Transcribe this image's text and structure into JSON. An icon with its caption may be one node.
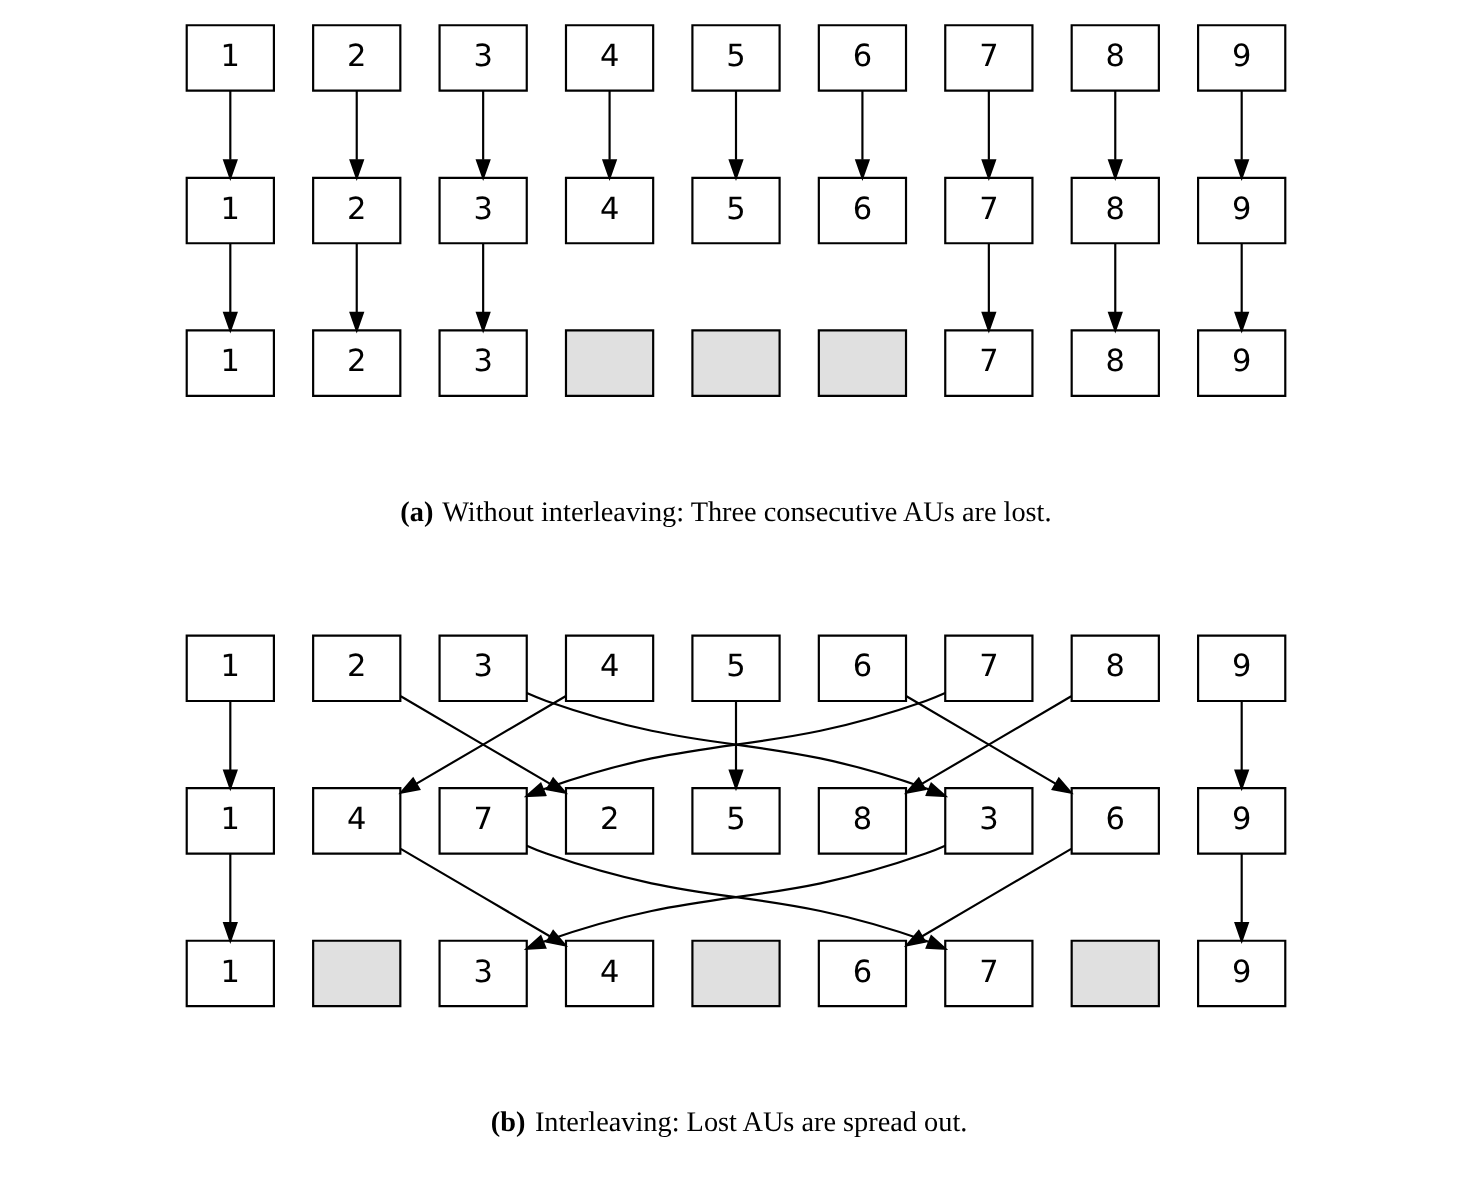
{
  "diagram": {
    "nodes": [
      {
        "text": [
          "1"
        ]
      },
      {
        "text": [
          "2"
        ]
      },
      {
        "text": [
          "3"
        ]
      },
      {
        "text": [
          "4"
        ]
      },
      {
        "text": [
          "5"
        ]
      },
      {
        "text": [
          "6"
        ]
      },
      {
        "text": [
          "7"
        ]
      },
      {
        "text": [
          "8"
        ]
      },
      {
        "text": [
          "9"
        ]
      },
      {
        "text": [
          "1"
        ]
      },
      {
        "text": [
          "2"
        ]
      },
      {
        "text": [
          "3"
        ]
      },
      {
        "text": [
          "4"
        ]
      },
      {
        "text": [
          "5"
        ]
      },
      {
        "text": [
          "6"
        ]
      },
      {
        "text": [
          "7"
        ]
      },
      {
        "text": [
          "8"
        ]
      },
      {
        "text": [
          "9"
        ]
      },
      {
        "text": [
          "1"
        ]
      },
      {
        "text": [
          "2"
        ]
      },
      {
        "text": [
          "3"
        ]
      },
      {
        "text": [],
        "shape": "box"
      },
      {
        "text": [],
        "shape": "box"
      },
      {
        "text": [],
        "shape": "box"
      },
      {
        "text": [
          "7"
        ]
      },
      {
        "text": [
          "8"
        ]
      },
      {
        "text": [
          "9"
        ]
      },
      {
        "text": [
          "1"
        ]
      },
      {
        "text": [
          "2"
        ]
      },
      {
        "text": [
          "3"
        ]
      },
      {
        "text": [
          "4"
        ]
      },
      {
        "text": [
          "5"
        ]
      },
      {
        "text": [
          "6"
        ]
      },
      {
        "text": [
          "7"
        ]
      },
      {
        "text": [
          "8"
        ]
      },
      {
        "text": [
          "9"
        ]
      },
      {
        "text": [
          "1"
        ]
      },
      {
        "text": [
          "4"
        ]
      },
      {
        "text": [
          "7"
        ]
      },
      {
        "text": [
          "2"
        ]
      },
      {
        "text": [
          "5"
        ]
      },
      {
        "text": [
          "8"
        ]
      },
      {
        "text": [
          "3"
        ]
      },
      {
        "text": [
          "6"
        ]
      },
      {
        "text": [
          "9"
        ]
      },
      {
        "text": [
          "1"
        ]
      },
      {
        "text": [],
        "shape": "box"
      },
      {
        "text": [
          "3"
        ]
      },
      {
        "text": [
          "4"
        ]
      },
      {
        "text": [],
        "shape": "box"
      },
      {
        "text": [
          "6"
        ]
      },
      {
        "text": [
          "7"
        ]
      },
      {
        "text": [],
        "shape": "box"
      },
      {
        "text": [
          "9"
        ]
      }
    ],
    "edges": [
      {
        "from": 0,
        "to": 9,
        "arrow": "to"
      },
      {
        "from": 1,
        "to": 10,
        "arrow": "to"
      },
      {
        "from": 2,
        "to": 11,
        "arrow": "to"
      },
      {
        "from": 3,
        "to": 12,
        "arrow": "to"
      },
      {
        "from": 4,
        "to": 13,
        "arrow": "to"
      },
      {
        "from": 5,
        "to": 14,
        "arrow": "to"
      },
      {
        "from": 6,
        "to": 15,
        "arrow": "to"
      },
      {
        "from": 7,
        "to": 16,
        "arrow": "to"
      },
      {
        "from": 8,
        "to": 17,
        "arrow": "to"
      },
      {
        "from": 9,
        "to": 18,
        "arrow": "to"
      },
      {
        "from": 10,
        "to": 19,
        "arrow": "to"
      },
      {
        "from": 11,
        "to": 20,
        "arrow": "to"
      },
      {
        "from": 15,
        "to": 24,
        "arrow": "to"
      },
      {
        "from": 16,
        "to": 25,
        "arrow": "to"
      },
      {
        "from": 17,
        "to": 26,
        "arrow": "to"
      },
      {
        "from": 27,
        "to": 36,
        "arrow": "to"
      },
      {
        "from": 28,
        "to": 39,
        "arrow": "to"
      },
      {
        "from": 29,
        "to": 42,
        "arrow": "to"
      },
      {
        "from": 30,
        "to": 37,
        "arrow": "to"
      },
      {
        "from": 31,
        "to": 40,
        "arrow": "to"
      },
      {
        "from": 32,
        "to": 43,
        "arrow": "to"
      },
      {
        "from": 33,
        "to": 38,
        "arrow": "to"
      },
      {
        "from": 34,
        "to": 41,
        "arrow": "to"
      },
      {
        "from": 35,
        "to": 44,
        "arrow": "to"
      },
      {
        "from": 36,
        "to": 45,
        "arrow": "to"
      },
      {
        "from": 37,
        "to": 48,
        "arrow": "to"
      },
      {
        "from": 38,
        "to": 51,
        "arrow": "to"
      },
      {
        "from": 42,
        "to": 47,
        "arrow": "to"
      },
      {
        "from": 43,
        "to": 50,
        "arrow": "to"
      },
      {
        "from": 44,
        "to": 53,
        "arrow": "to"
      }
    ],
    "labels": [
      "**(a)** Without interleaving: Three consecutive AUs are lost.",
      "**(b)** Interleaving: Lost AUs are spread out."
    ]
  }
}
